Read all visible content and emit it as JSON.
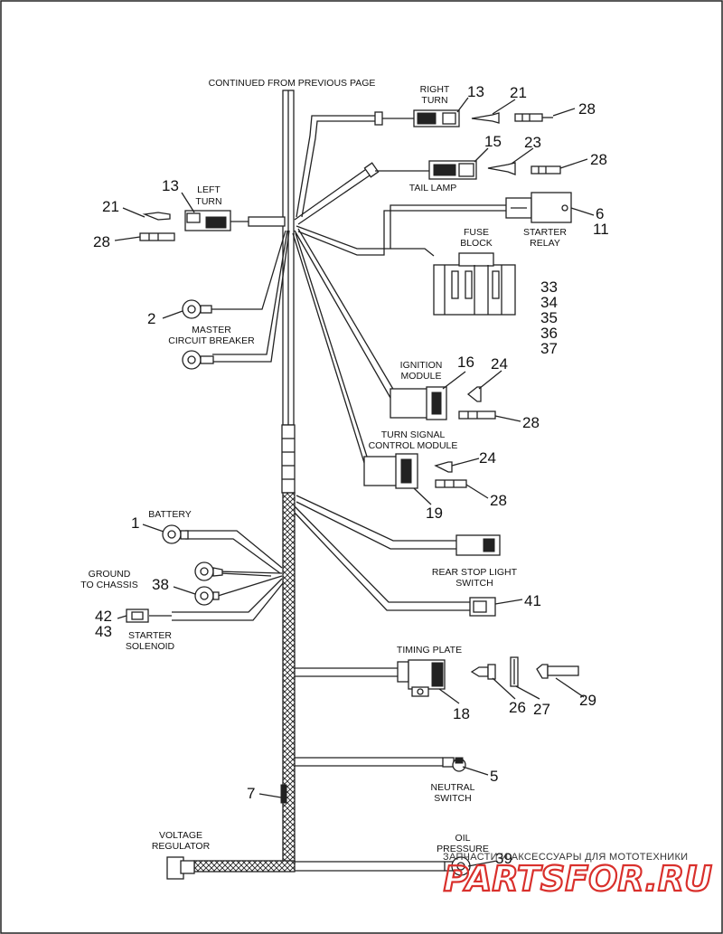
{
  "header": {
    "continued": "CONTINUED FROM PREVIOUS PAGE"
  },
  "labels": {
    "right_turn_1": "RIGHT",
    "right_turn_2": "TURN",
    "tail_lamp": "TAIL LAMP",
    "left_turn_1": "LEFT",
    "left_turn_2": "TURN",
    "starter_relay_1": "STARTER",
    "starter_relay_2": "RELAY",
    "fuse_block_1": "FUSE",
    "fuse_block_2": "BLOCK",
    "master_cb_1": "MASTER",
    "master_cb_2": "CIRCUIT BREAKER",
    "ignition_1": "IGNITION",
    "ignition_2": "MODULE",
    "turn_signal_1": "TURN SIGNAL",
    "turn_signal_2": "CONTROL MODULE",
    "battery": "BATTERY",
    "ground_1": "GROUND",
    "ground_2": "TO CHASSIS",
    "rear_stop_1": "REAR STOP LIGHT",
    "rear_stop_2": "SWITCH",
    "starter_sol_1": "STARTER",
    "starter_sol_2": "SOLENOID",
    "timing_plate": "TIMING PLATE",
    "neutral_1": "NEUTRAL",
    "neutral_2": "SWITCH",
    "voltage_1": "VOLTAGE",
    "voltage_2": "REGULATOR",
    "oil_1": "OIL",
    "oil_2": "PRESSURE"
  },
  "callouts": {
    "n13a": "13",
    "n21a": "21",
    "n28a": "28",
    "n15": "15",
    "n23": "23",
    "n28b": "28",
    "n13b": "13",
    "n21b": "21",
    "n28c": "28",
    "n6": "6",
    "n11": "11",
    "n33": "33",
    "n34": "34",
    "n35": "35",
    "n36": "36",
    "n37": "37",
    "n2": "2",
    "n16": "16",
    "n24a": "24",
    "n28d": "28",
    "n24b": "24",
    "n28e": "28",
    "n19": "19",
    "n1": "1",
    "n38": "38",
    "n42": "42",
    "n43": "43",
    "n41": "41",
    "n18": "18",
    "n26": "26",
    "n27": "27",
    "n29": "29",
    "n5": "5",
    "n7": "7",
    "n39": "39"
  },
  "watermark": {
    "caption": "ЗАПЧАСТИ И АКСЕССУАРЫ ДЛЯ МОТОТЕХНИКИ",
    "logo": "PARTSFOR.RU",
    "color": "#d9302c"
  },
  "colors": {
    "line": "#222222",
    "background": "#ffffff"
  }
}
